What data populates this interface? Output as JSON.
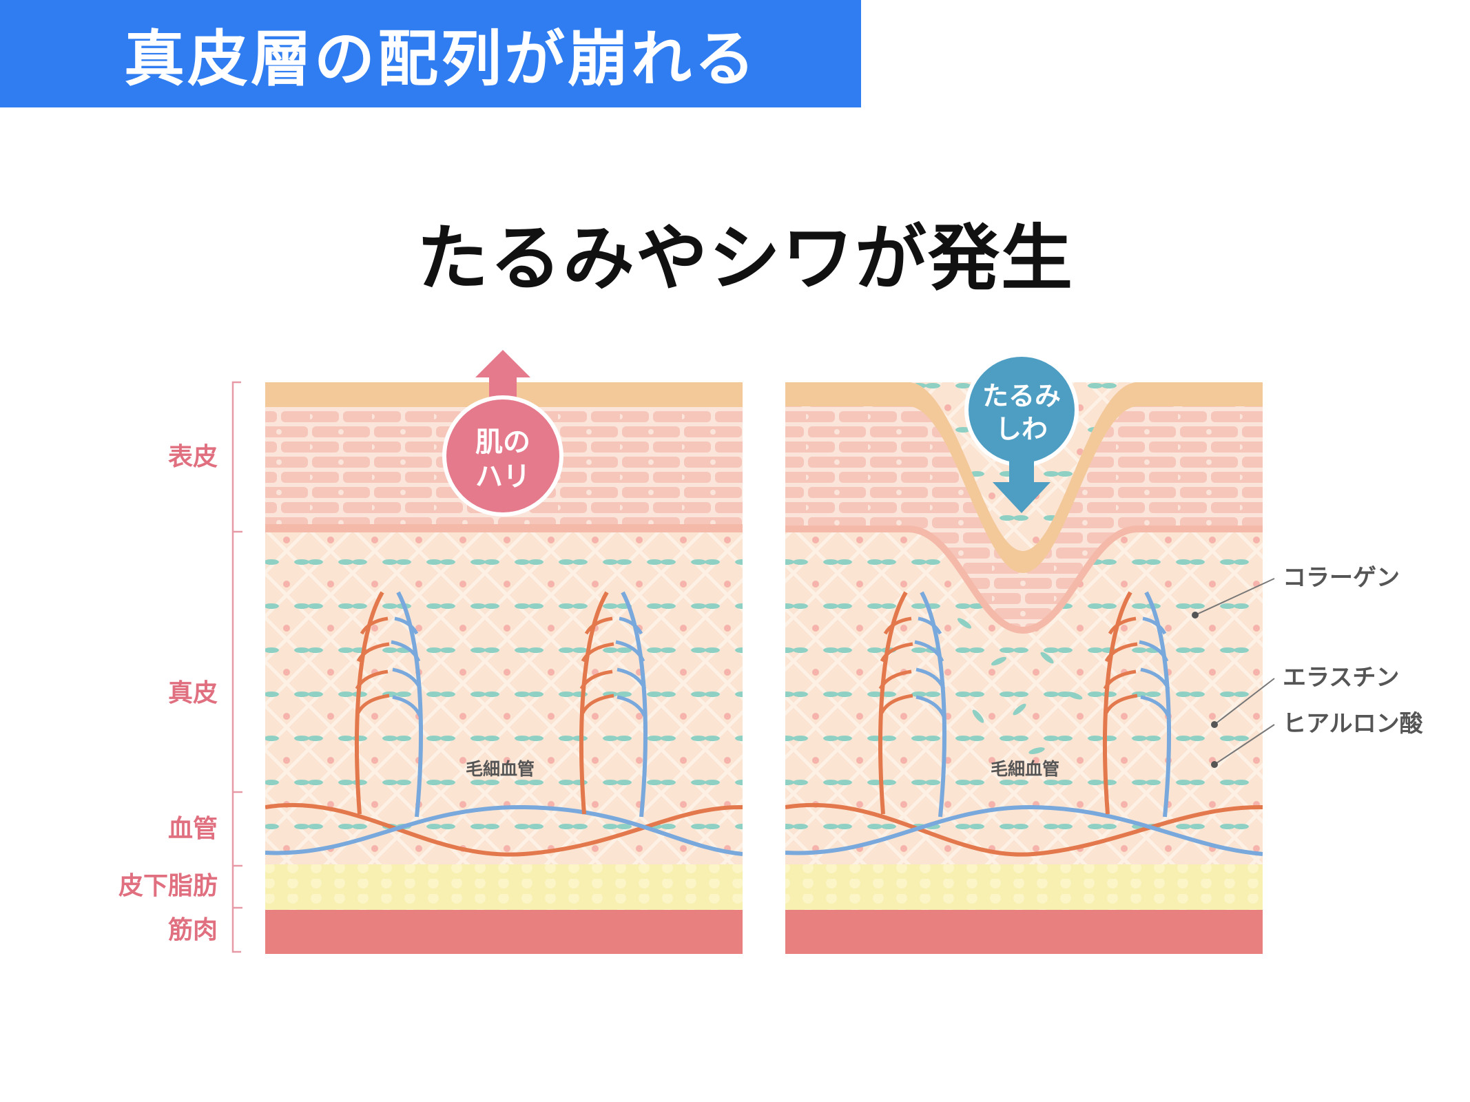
{
  "header": {
    "title": "真皮層の配列が崩れる"
  },
  "subtitle": "たるみやシワが発生",
  "layer_labels": {
    "epidermis": "表皮",
    "dermis": "真皮",
    "blood_vessel": "血管",
    "subcutaneous_fat": "皮下脂肪",
    "muscle": "筋肉"
  },
  "left_panel": {
    "arrow_label_line1": "肌の",
    "arrow_label_line2": "ハリ",
    "capillary_label": "毛細血管"
  },
  "right_panel": {
    "arrow_label_line1": "たるみ",
    "arrow_label_line2": "しわ",
    "capillary_label": "毛細血管"
  },
  "legend": {
    "collagen": "コラーゲン",
    "elastin": "エラスチン",
    "hyaluronic_acid": "ヒアルロン酸"
  },
  "colors": {
    "banner": "#2f7df0",
    "label_pink": "#e07080",
    "skin_top": "#f3c99a",
    "epidermis": "#f9d9cc",
    "dermis": "#fbe4d2",
    "fat": "#f8f0b0",
    "muscle": "#e88080",
    "artery": "#e2784c",
    "vein": "#78a8dc",
    "collagen": "#8fd0c4",
    "hyaluronic": "#f3a8a8",
    "arrow_pink": "#e57a8c",
    "arrow_blue": "#4e9ec4"
  }
}
